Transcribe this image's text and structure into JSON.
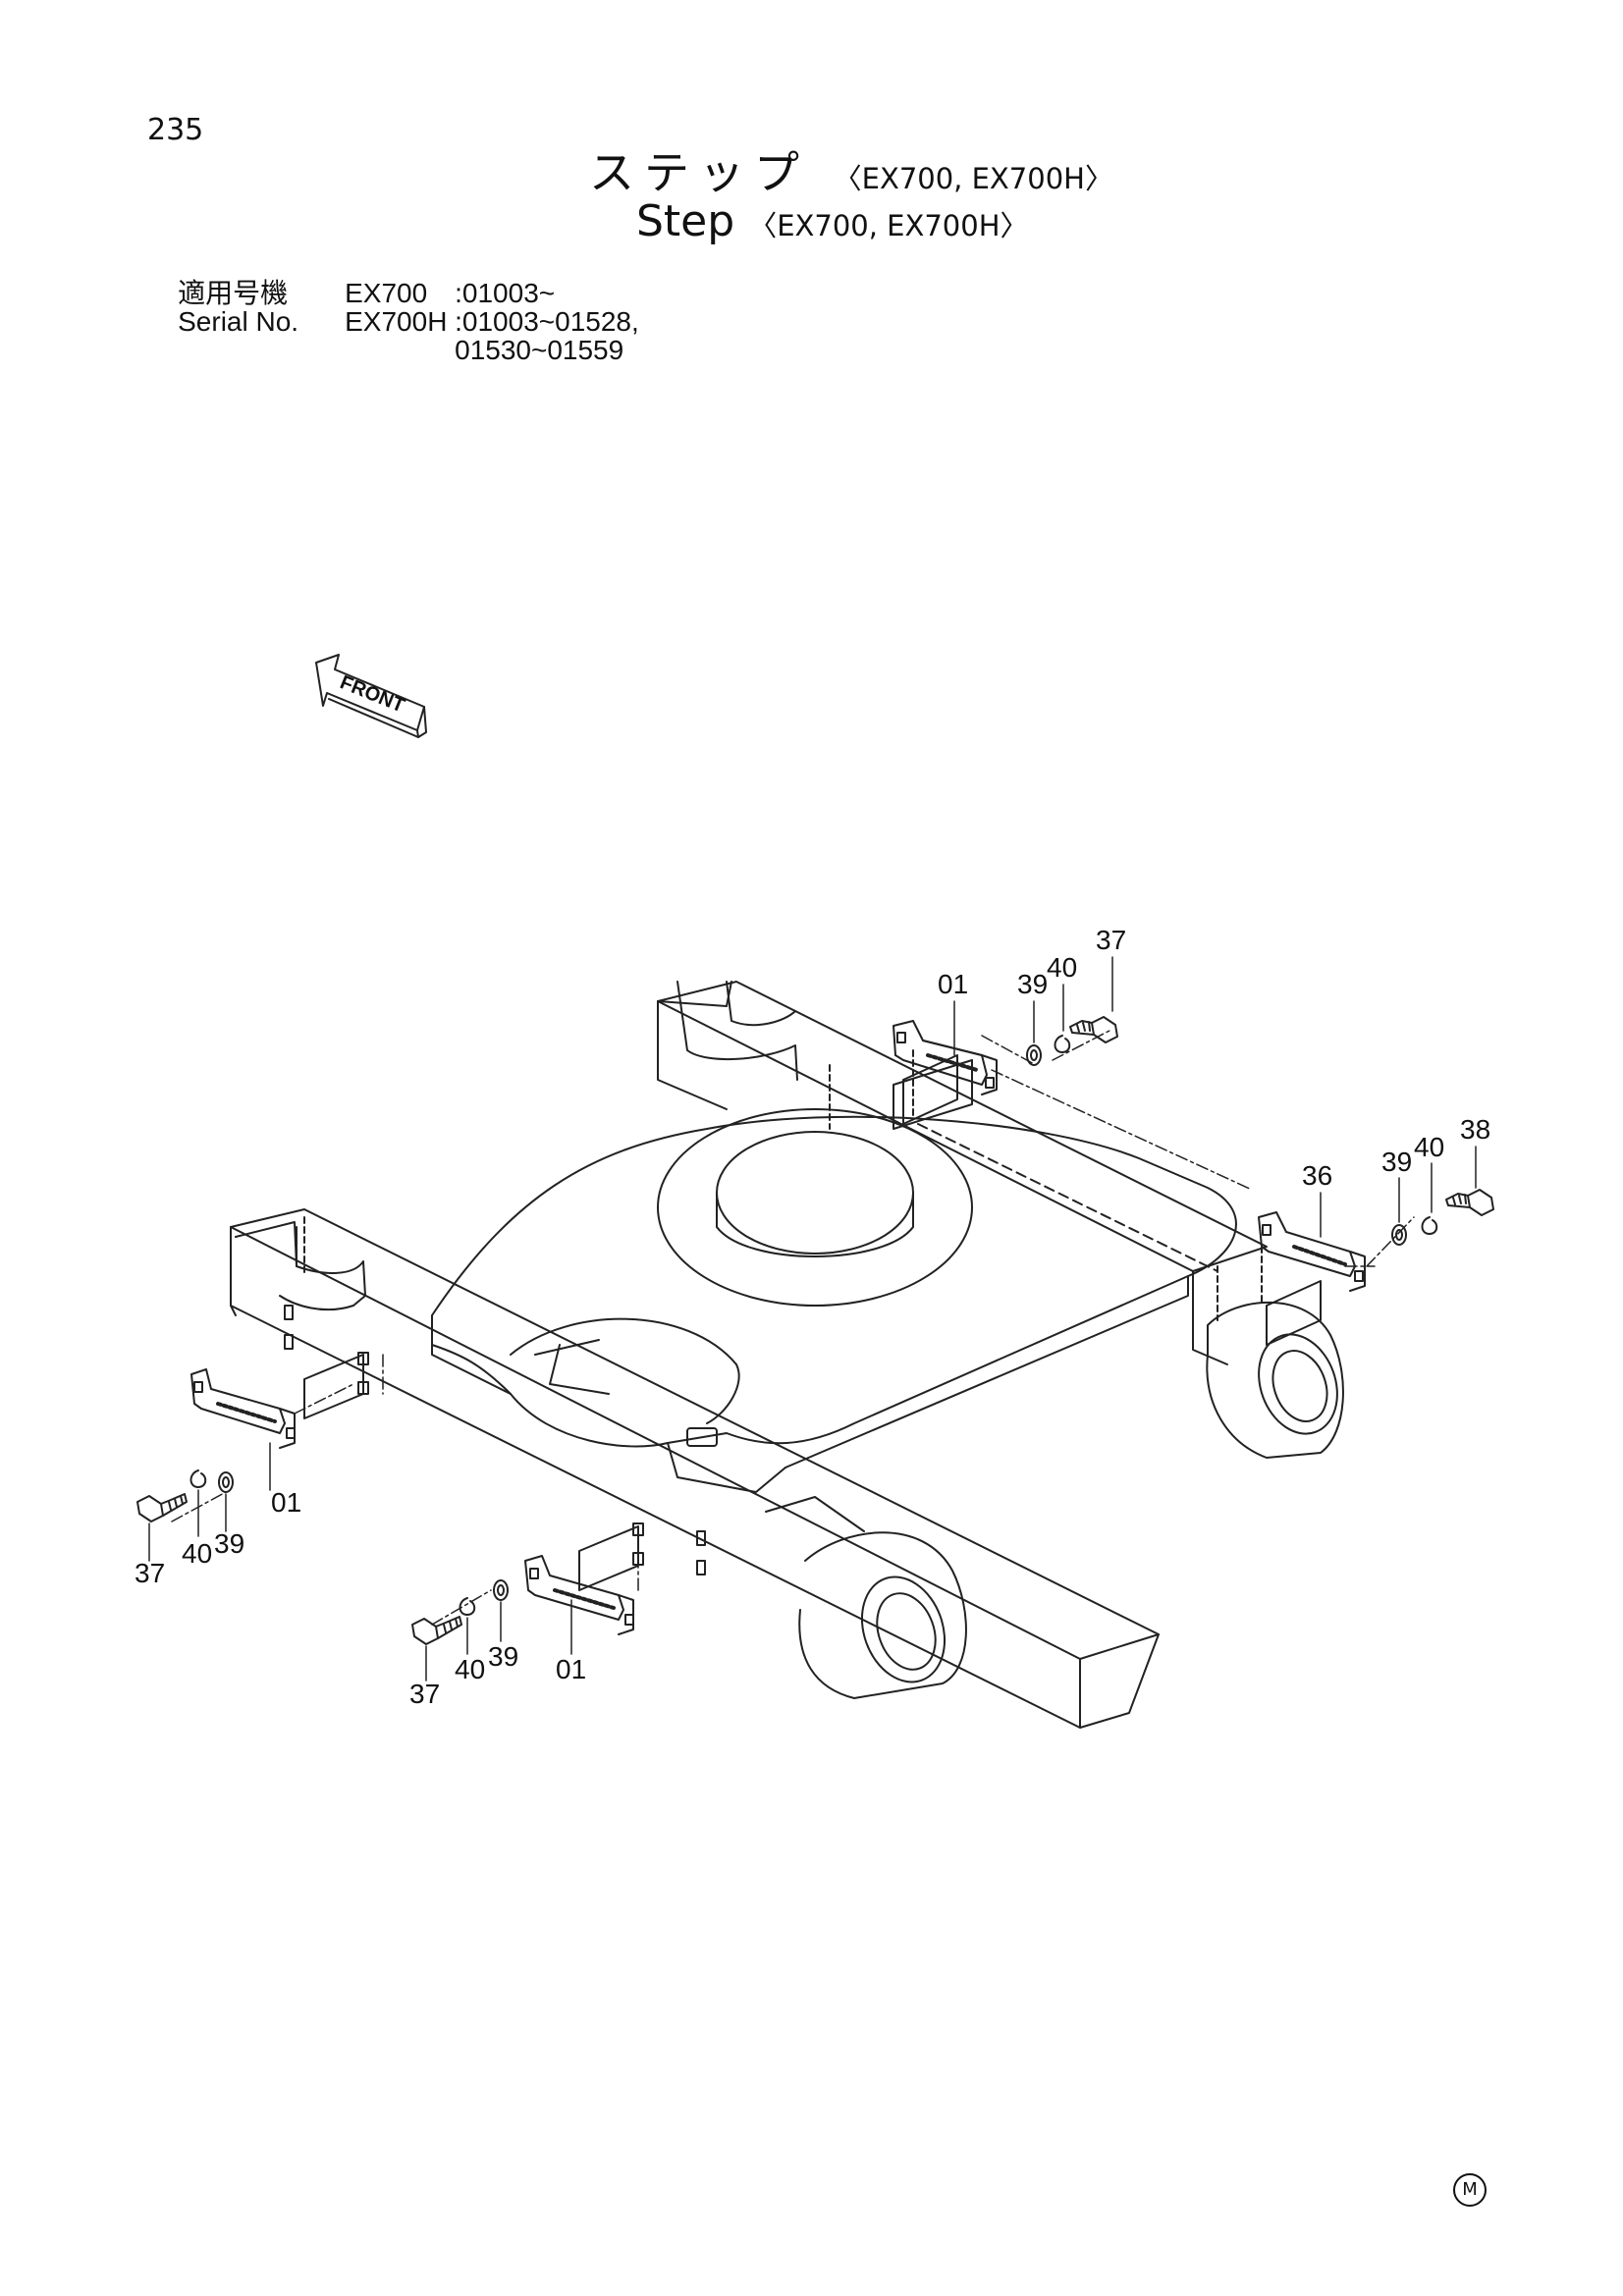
{
  "header": {
    "page_number": "235",
    "title_jp": "ステップ",
    "title_en": "Step",
    "models": "〈EX700, EX700H〉",
    "serial_label_jp": "適用号機",
    "serial_label_en": "Serial No.",
    "serials": [
      {
        "model": "EX700",
        "range": ":01003~"
      },
      {
        "model": "EX700H",
        "range": ":01003~01528,"
      },
      {
        "model": "",
        "range": "01530~01559"
      }
    ]
  },
  "diagram": {
    "direction_label": "FRONT",
    "callouts": {
      "top_bracket": "01",
      "top_washer": "39",
      "top_lockwasher": "40",
      "top_bolt": "37",
      "right_bracket": "36",
      "right_washer": "39",
      "right_lockwasher": "40",
      "right_bolt": "38",
      "left_bracket": "01",
      "left_washer": "39",
      "left_lockwasher": "40",
      "left_bolt": "37",
      "bottom_bracket": "01",
      "bottom_washer": "39",
      "bottom_lockwasher": "40",
      "bottom_bolt": "37"
    }
  },
  "footer": {
    "mark": "M"
  }
}
